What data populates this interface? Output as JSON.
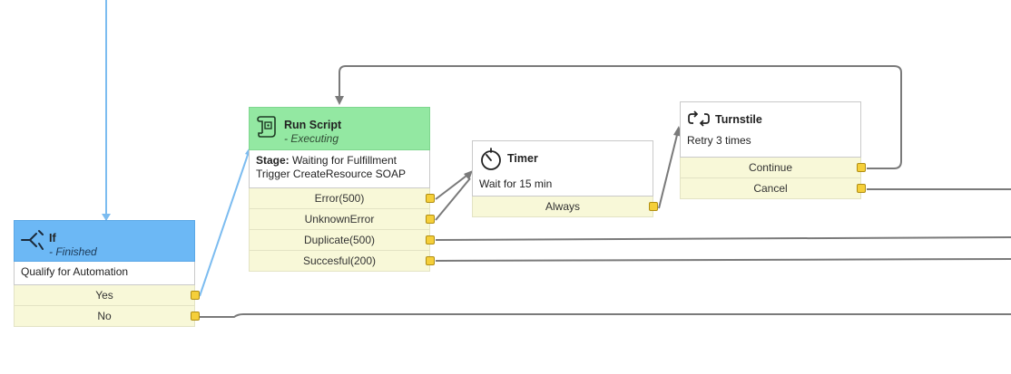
{
  "nodes": {
    "if": {
      "title": "If",
      "status": "- Finished",
      "description": "Qualify for Automation",
      "header_color": "#6cb8f5",
      "icon": "branch-icon",
      "ports": [
        "Yes",
        "No"
      ]
    },
    "run_script": {
      "title": "Run Script",
      "status": "- Executing",
      "stage_label": "Stage:",
      "stage_value": "Waiting for Fulfillment",
      "description": "Trigger CreateResource SOAP",
      "header_color": "#93e8a2",
      "icon": "script-icon",
      "ports": [
        "Error(500)",
        "UnknownError",
        "Duplicate(500)",
        "Succesful(200)"
      ]
    },
    "timer": {
      "title": "Timer",
      "description": "Wait for 15 min",
      "icon": "timer-icon",
      "ports": [
        "Always"
      ]
    },
    "turnstile": {
      "title": "Turnstile",
      "description": "Retry 3 times",
      "icon": "turnstile-icon",
      "ports": [
        "Continue",
        "Cancel"
      ]
    }
  },
  "colors": {
    "active_edge": "#7cbcf0",
    "edge": "#7a7a7a",
    "port_fill": "#f8f8d8",
    "handle": "#f5cf3a"
  }
}
